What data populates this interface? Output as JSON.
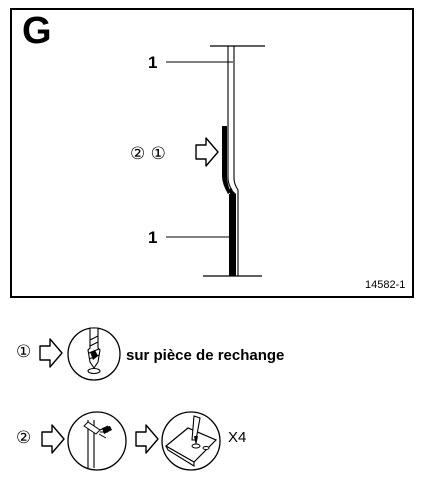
{
  "figure": {
    "section_letter": "G",
    "part_label_top": "1",
    "part_label_bottom": "1",
    "cut_marker": "② ①",
    "reference_number": "14582-1",
    "icon": "arrow-right-outline-icon"
  },
  "steps": [
    {
      "marker": "①",
      "icon": "drill-bit-icon",
      "text": "sur pièce de rechange"
    },
    {
      "marker": "②",
      "icons": [
        "spray-can-icon",
        "rivet-application-icon"
      ],
      "count": "X4"
    }
  ]
}
